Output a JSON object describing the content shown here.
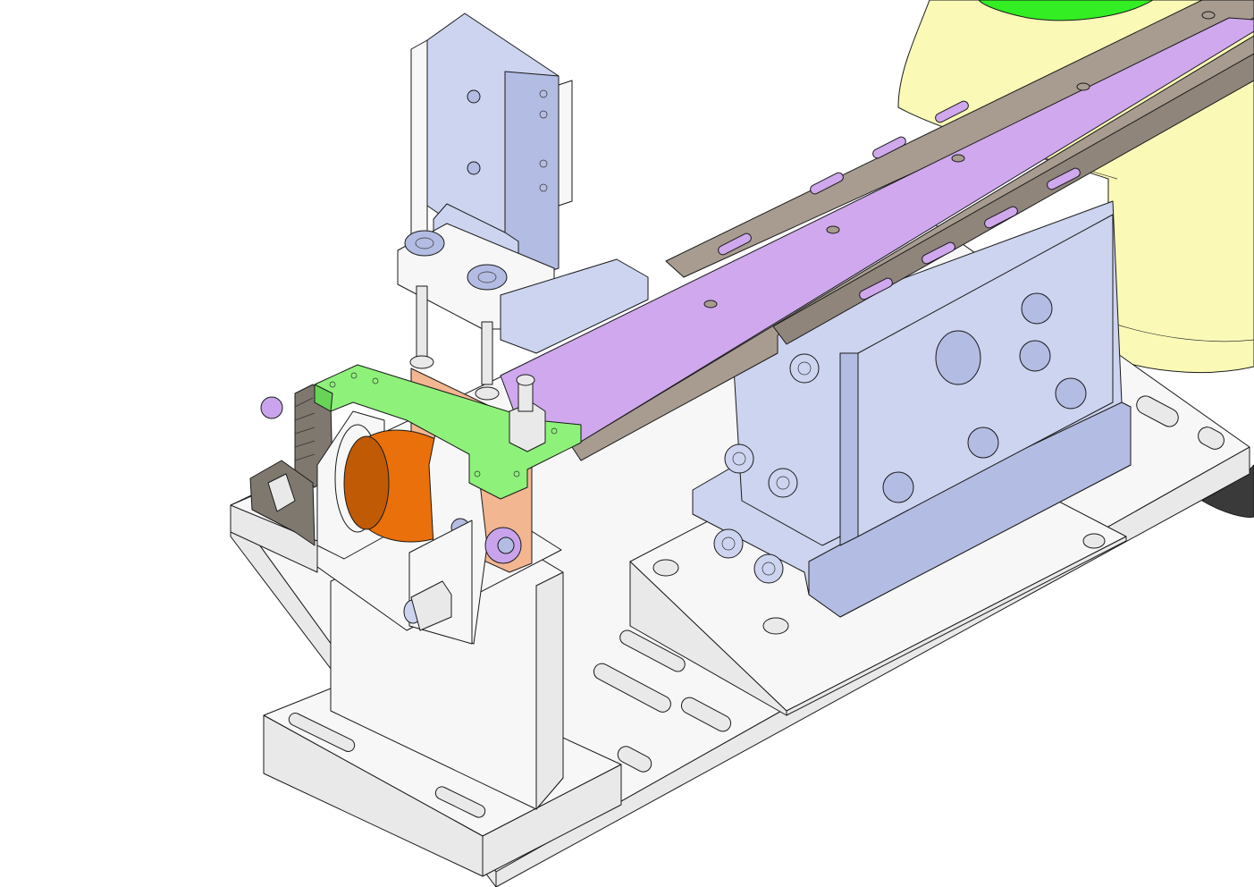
{
  "colors": {
    "background": "#ffffff",
    "outline": "#1a1a1a",
    "base_plate": "#f7f7f7",
    "base_plate_side": "#e9e9e9",
    "rail_top": "#cfa8ee",
    "rail_edge": "#a89c90",
    "rail_edge_dark": "#8f857a",
    "cylinder_blue": "#cdd4f0",
    "cylinder_blue_dark": "#b3bce2",
    "bracket_green": "#8ef27a",
    "bracket_green_dark": "#67d456",
    "roller_orange": "#e9700a",
    "roller_orange_dark": "#c05a05",
    "plate_peach": "#f2b691",
    "cap_violet": "#c9a4ec",
    "gear_dark": "#7f786f",
    "robot_yellow": "#fafab6",
    "robot_green": "#33ee22",
    "robot_dark": "#3a3a3a"
  },
  "parts": {
    "base_plate": "base-plate",
    "linear_rail": "linear-rail",
    "guide_cylinder": "guide-cylinder",
    "mount_block": "mount-block",
    "green_bracket": "green-bracket",
    "orange_roller": "orange-roller",
    "gear": "gear",
    "robot_base": "robot-base"
  }
}
